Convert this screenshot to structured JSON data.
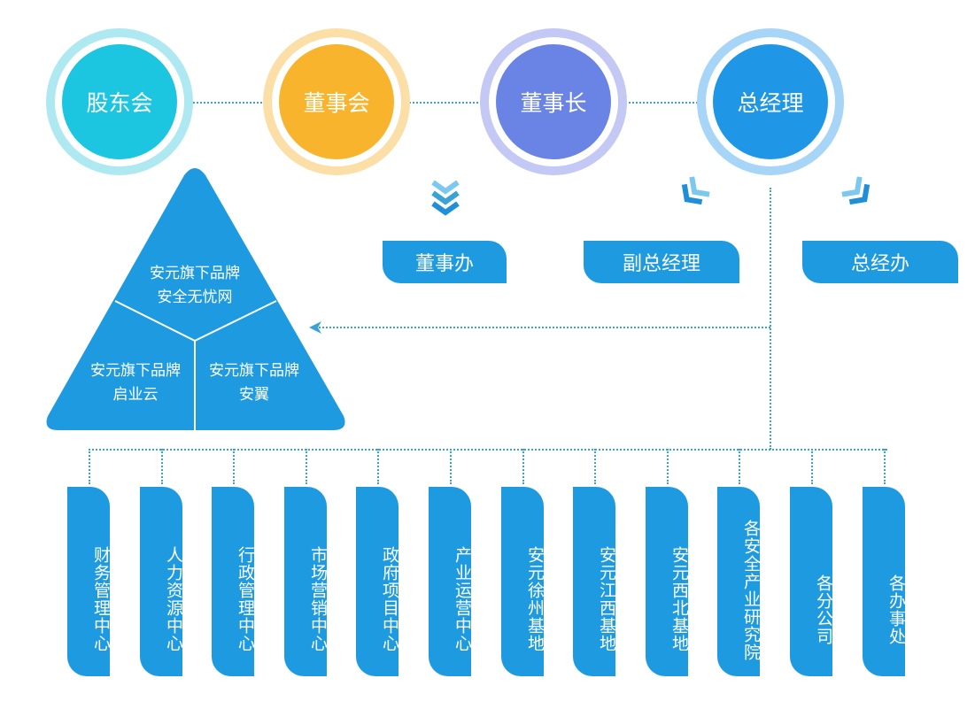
{
  "top_nodes": [
    {
      "label": "股东会",
      "outer": "#aee9f2",
      "inner": "#1cc5e0"
    },
    {
      "label": "董事会",
      "outer": "#fbdfa7",
      "inner": "#f7b42c"
    },
    {
      "label": "董事长",
      "outer": "#c3c9f4",
      "inner": "#6a84e6"
    },
    {
      "label": "总经理",
      "outer": "#a7d5f7",
      "inner": "#1f97e6"
    }
  ],
  "offices": [
    "董事办",
    "副总经理",
    "总经办"
  ],
  "brands": {
    "top": {
      "line1": "安元旗下品牌",
      "line2": "安全无忧网"
    },
    "left": {
      "line1": "安元旗下品牌",
      "line2": "启业云"
    },
    "right": {
      "line1": "安元旗下品牌",
      "line2": "安翼"
    }
  },
  "departments": [
    "财务管理中心",
    "人力资源中心",
    "行政管理中心",
    "市场营销中心",
    "政府项目中心",
    "产业运营中心",
    "安元徐州基地",
    "安元江西基地",
    "安元西北基地",
    "各安全产业研究院",
    "各分公司",
    "各办事处"
  ],
  "colors": {
    "accent": "#1e9be0",
    "line": "#3aa3d6",
    "chevron_dark": "#1e8fd8",
    "chevron_light": "#7cc8ef"
  }
}
